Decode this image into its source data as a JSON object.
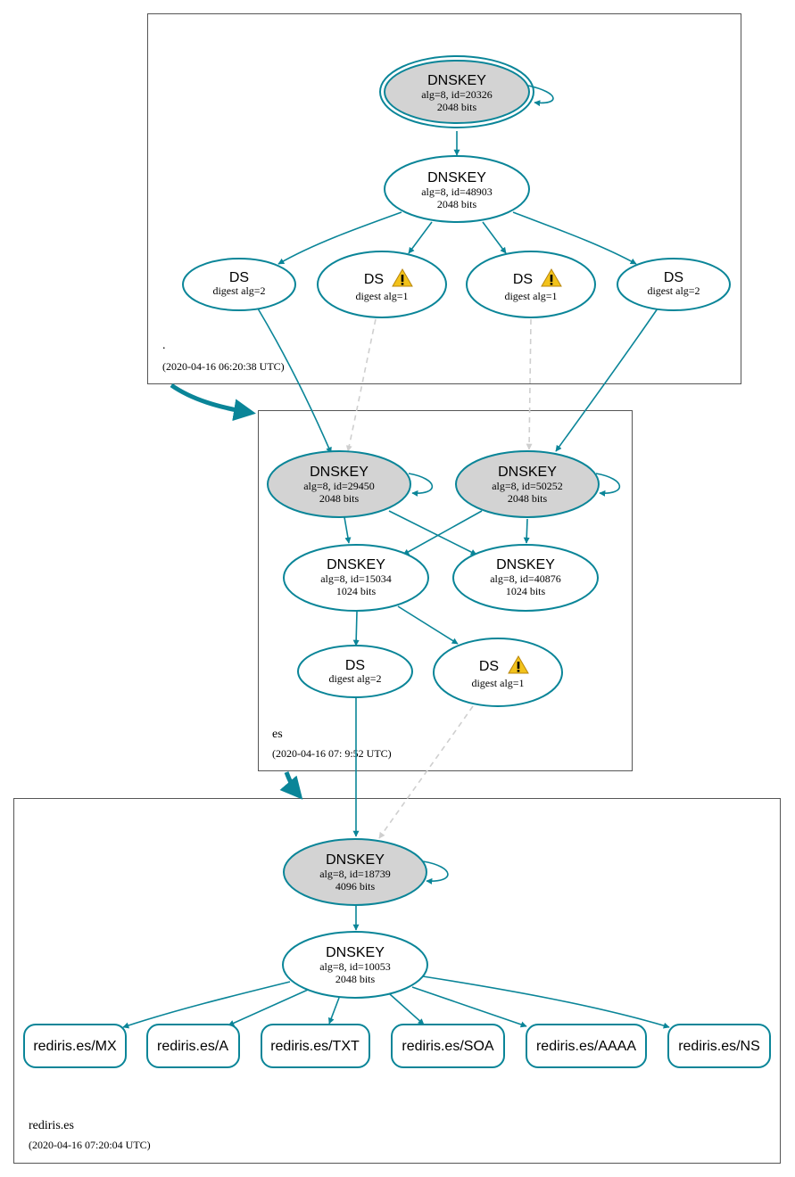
{
  "zones": [
    {
      "label": ".",
      "time": "(2020-04-16 06:20:38 UTC)"
    },
    {
      "label": "es",
      "time": "(2020-04-16 07: 9:52 UTC)"
    },
    {
      "label": "rediris.es",
      "time": "(2020-04-16 07:20:04 UTC)"
    }
  ],
  "nodes": {
    "root_ksk": {
      "title": "DNSKEY",
      "line1": "alg=8, id=20326",
      "line2": "2048 bits"
    },
    "root_zsk": {
      "title": "DNSKEY",
      "line1": "alg=8, id=48903",
      "line2": "2048 bits"
    },
    "root_ds1": {
      "title": "DS",
      "line1": "digest alg=2"
    },
    "root_ds2": {
      "title": "DS",
      "line1": "digest alg=1"
    },
    "root_ds3": {
      "title": "DS",
      "line1": "digest alg=1"
    },
    "root_ds4": {
      "title": "DS",
      "line1": "digest alg=2"
    },
    "es_ksk1": {
      "title": "DNSKEY",
      "line1": "alg=8, id=29450",
      "line2": "2048 bits"
    },
    "es_ksk2": {
      "title": "DNSKEY",
      "line1": "alg=8, id=50252",
      "line2": "2048 bits"
    },
    "es_zsk1": {
      "title": "DNSKEY",
      "line1": "alg=8, id=15034",
      "line2": "1024 bits"
    },
    "es_zsk2": {
      "title": "DNSKEY",
      "line1": "alg=8, id=40876",
      "line2": "1024 bits"
    },
    "es_ds1": {
      "title": "DS",
      "line1": "digest alg=2"
    },
    "es_ds2": {
      "title": "DS",
      "line1": "digest alg=1"
    },
    "red_ksk": {
      "title": "DNSKEY",
      "line1": "alg=8, id=18739",
      "line2": "4096 bits"
    },
    "red_zsk": {
      "title": "DNSKEY",
      "line1": "alg=8, id=10053",
      "line2": "2048 bits"
    }
  },
  "rrsets": [
    "rediris.es/MX",
    "rediris.es/A",
    "rediris.es/TXT",
    "rediris.es/SOA",
    "rediris.es/AAAA",
    "rediris.es/NS"
  ],
  "colors": {
    "edge": "#0a8598",
    "dashed": "#cfcfcf",
    "ksk_fill": "#d3d3d3",
    "warning": "#f2c21b"
  },
  "icons": {
    "warning": "warning-icon"
  }
}
